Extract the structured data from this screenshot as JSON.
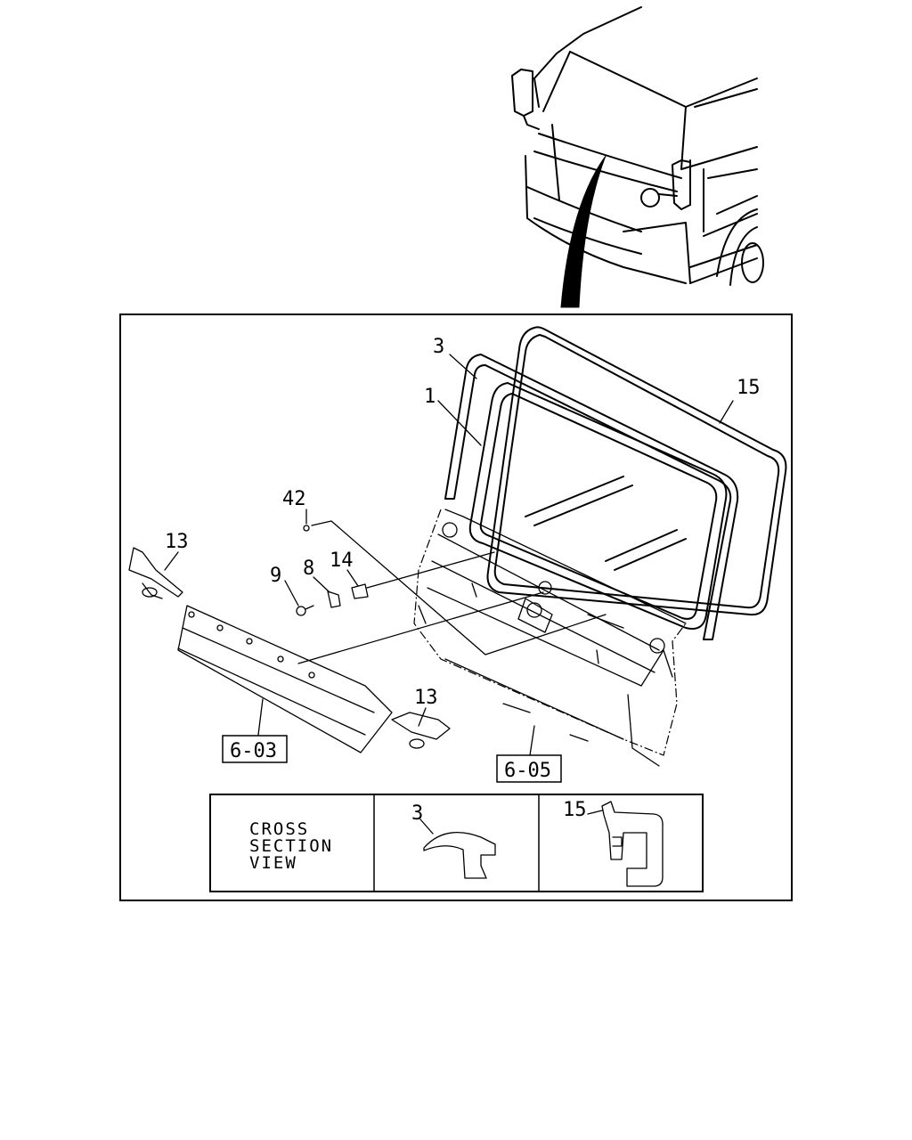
{
  "part_labels": {
    "p1": "1",
    "p3": "3",
    "p8": "8",
    "p9": "9",
    "p13a": "13",
    "p13b": "13",
    "p14": "14",
    "p15": "15",
    "p42": "42"
  },
  "section_refs": {
    "left": "6-03",
    "right": "6-05"
  },
  "cross_section": {
    "line1": "CROSS",
    "line2": "SECTION",
    "line3": "VIEW",
    "label_a": "3",
    "label_b": "15"
  }
}
